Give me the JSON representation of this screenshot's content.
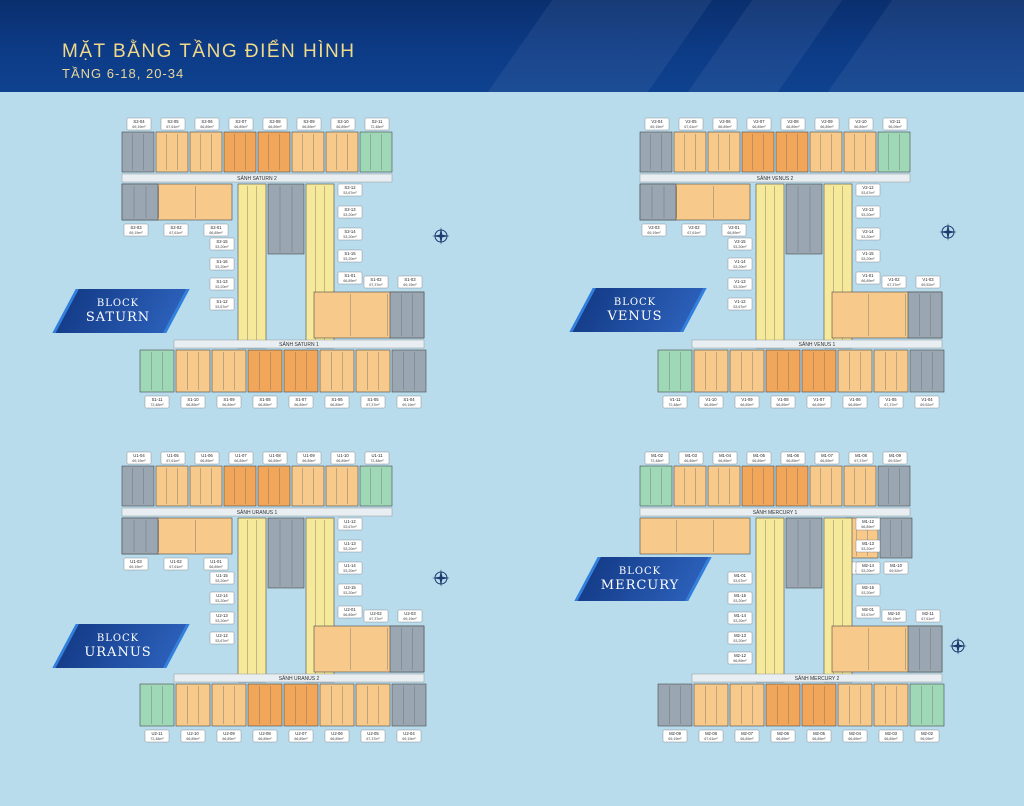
{
  "title": "MẶT BẰNG TẦNG ĐIỂN HÌNH",
  "subtitle": "TẦNG 6-18, 20-34",
  "colors": {
    "header": "#0d3b86",
    "background": "#b9dced",
    "orange": "#f2a65a",
    "light_orange": "#f7c98a",
    "yellow": "#f6ea9a",
    "gray": "#9aa7b2",
    "green": "#9fd8b6",
    "label_blue": "#2b5fb8"
  },
  "blocks": [
    {
      "word": "BLOCK",
      "name": "SATURN",
      "hall_top": "SẢNH SATURN 2",
      "hall_bottom": "SẢNH SATURN 1",
      "top_row": [
        {
          "code": "S2-04",
          "area": "69,19m²"
        },
        {
          "code": "S2-05",
          "area": "67,61m²"
        },
        {
          "code": "S2-06",
          "area": "66,89m²"
        },
        {
          "code": "S2-07",
          "area": "66,89m²"
        },
        {
          "code": "S2-08",
          "area": "66,89m²"
        },
        {
          "code": "S2-09",
          "area": "66,89m²"
        },
        {
          "code": "S2-10",
          "area": "66,89m²"
        },
        {
          "code": "S2-11",
          "area": "72,48m²"
        }
      ],
      "upper_left": [
        {
          "code": "S2-03",
          "area": "69,19m²"
        },
        {
          "code": "S2-02",
          "area": "67,61m²"
        },
        {
          "code": "S2-01",
          "area": "66,89m²"
        }
      ],
      "spine_left": [
        {
          "code": "S2-15",
          "area": "53,20m²"
        },
        {
          "code": "S1-16",
          "area": "53,20m²"
        },
        {
          "code": "S1-13",
          "area": "53,20m²"
        },
        {
          "code": "S1-12",
          "area": "53,67m²"
        }
      ],
      "spine_right": [
        {
          "code": "S2-12",
          "area": "53,67m²"
        },
        {
          "code": "S2-13",
          "area": "53,20m²"
        },
        {
          "code": "S2-14",
          "area": "53,20m²"
        },
        {
          "code": "S1-15",
          "area": "53,20m²"
        },
        {
          "code": "S1-01",
          "area": "66,89m²"
        }
      ],
      "right_wing": [
        {
          "code": "S1-02",
          "area": "67,37m²"
        },
        {
          "code": "S1-03",
          "area": "69,19m²"
        }
      ],
      "bottom_row": [
        {
          "code": "S1-11",
          "area": "72,48m²"
        },
        {
          "code": "S1-10",
          "area": "66,89m²"
        },
        {
          "code": "S1-09",
          "area": "66,89m²"
        },
        {
          "code": "S1-08",
          "area": "66,89m²"
        },
        {
          "code": "S1-07",
          "area": "66,89m²"
        },
        {
          "code": "S1-06",
          "area": "66,89m²"
        },
        {
          "code": "S1-05",
          "area": "67,37m²"
        },
        {
          "code": "S1-04",
          "area": "69,19m²"
        }
      ]
    },
    {
      "word": "BLOCK",
      "name": "VENUS",
      "hall_top": "SẢNH VENUS 2",
      "hall_bottom": "SẢNH VENUS 1",
      "top_row": [
        {
          "code": "V2-04",
          "area": "69,19m²"
        },
        {
          "code": "V2-05",
          "area": "67,61m²"
        },
        {
          "code": "V2-06",
          "area": "66,89m²"
        },
        {
          "code": "V2-07",
          "area": "66,89m²"
        },
        {
          "code": "V2-08",
          "area": "66,89m²"
        },
        {
          "code": "V2-09",
          "area": "66,89m²"
        },
        {
          "code": "V2-10",
          "area": "66,89m²"
        },
        {
          "code": "V2-11",
          "area": "96,09m²"
        }
      ],
      "upper_left": [
        {
          "code": "V2-03",
          "area": "69,19m²"
        },
        {
          "code": "V2-02",
          "area": "67,61m²"
        },
        {
          "code": "V2-01",
          "area": "66,89m²"
        }
      ],
      "spine_left": [
        {
          "code": "V2-15",
          "area": "53,20m²"
        },
        {
          "code": "V1-14",
          "area": "53,20m²"
        },
        {
          "code": "V1-13",
          "area": "53,20m²"
        },
        {
          "code": "V1-12",
          "area": "53,67m²"
        }
      ],
      "spine_right": [
        {
          "code": "V2-12",
          "area": "53,67m²"
        },
        {
          "code": "V2-13",
          "area": "53,20m²"
        },
        {
          "code": "V2-14",
          "area": "53,20m²"
        },
        {
          "code": "V1-15",
          "area": "53,20m²"
        },
        {
          "code": "V1-01",
          "area": "66,89m²"
        }
      ],
      "right_wing": [
        {
          "code": "V1-02",
          "area": "67,37m²"
        },
        {
          "code": "V1-03",
          "area": "69,52m²"
        }
      ],
      "bottom_row": [
        {
          "code": "V1-11",
          "area": "72,48m²"
        },
        {
          "code": "V1-10",
          "area": "66,89m²"
        },
        {
          "code": "V1-09",
          "area": "66,89m²"
        },
        {
          "code": "V1-08",
          "area": "66,89m²"
        },
        {
          "code": "V1-07",
          "area": "66,89m²"
        },
        {
          "code": "V1-06",
          "area": "66,89m²"
        },
        {
          "code": "V1-05",
          "area": "67,37m²"
        },
        {
          "code": "V1-04",
          "area": "69,52m²"
        }
      ]
    },
    {
      "word": "BLOCK",
      "name": "URANUS",
      "hall_top": "SẢNH URANUS 1",
      "hall_bottom": "SẢNH URANUS 2",
      "top_row": [
        {
          "code": "U1-04",
          "area": "69,19m²"
        },
        {
          "code": "U1-05",
          "area": "67,61m²"
        },
        {
          "code": "U1-06",
          "area": "66,89m²"
        },
        {
          "code": "U1-07",
          "area": "66,89m²"
        },
        {
          "code": "U1-08",
          "area": "66,89m²"
        },
        {
          "code": "U1-09",
          "area": "66,89m²"
        },
        {
          "code": "U1-10",
          "area": "66,89m²"
        },
        {
          "code": "U1-11",
          "area": "72,48m²"
        }
      ],
      "upper_left": [
        {
          "code": "U1-03",
          "area": "69,19m²"
        },
        {
          "code": "U1-02",
          "area": "67,61m²"
        },
        {
          "code": "U1-01",
          "area": "66,89m²"
        }
      ],
      "spine_left": [
        {
          "code": "U1-15",
          "area": "53,20m²"
        },
        {
          "code": "U2-14",
          "area": "53,20m²"
        },
        {
          "code": "U2-13",
          "area": "53,20m²"
        },
        {
          "code": "U2-12",
          "area": "53,67m²"
        }
      ],
      "spine_right": [
        {
          "code": "U1-12",
          "area": "53,67m²"
        },
        {
          "code": "U1-13",
          "area": "53,20m²"
        },
        {
          "code": "U1-14",
          "area": "53,20m²"
        },
        {
          "code": "U2-15",
          "area": "53,20m²"
        },
        {
          "code": "U2-01",
          "area": "66,89m²"
        }
      ],
      "right_wing": [
        {
          "code": "U2-02",
          "area": "67,37m²"
        },
        {
          "code": "U2-03",
          "area": "69,19m²"
        }
      ],
      "bottom_row": [
        {
          "code": "U2-11",
          "area": "72,48m²"
        },
        {
          "code": "U2-10",
          "area": "66,89m²"
        },
        {
          "code": "U2-09",
          "area": "66,89m²"
        },
        {
          "code": "U2-08",
          "area": "66,89m²"
        },
        {
          "code": "U2-07",
          "area": "66,89m²"
        },
        {
          "code": "U2-06",
          "area": "66,89m²"
        },
        {
          "code": "U2-05",
          "area": "67,37m²"
        },
        {
          "code": "U2-04",
          "area": "69,19m²"
        }
      ]
    },
    {
      "word": "BLOCK",
      "name": "MERCURY",
      "hall_top": "SẢNH MERCURY 1",
      "hall_bottom": "SẢNH MERCURY 2",
      "top_row": [
        {
          "code": "M1-02",
          "area": "72,48m²"
        },
        {
          "code": "M1-03",
          "area": "66,89m²"
        },
        {
          "code": "M1-04",
          "area": "66,89m²"
        },
        {
          "code": "M1-05",
          "area": "66,89m²"
        },
        {
          "code": "M1-06",
          "area": "66,89m²"
        },
        {
          "code": "M1-07",
          "area": "66,89m²"
        },
        {
          "code": "M1-08",
          "area": "67,37m²"
        },
        {
          "code": "M1-09",
          "area": "69,52m²"
        }
      ],
      "upper_left": [
        {
          "code": "M1-11",
          "area": "67,37m²"
        },
        {
          "code": "M1-10",
          "area": "69,52m²"
        }
      ],
      "spine_left": [
        {
          "code": "M1-01",
          "area": "53,67m²"
        },
        {
          "code": "M1-15",
          "area": "53,20m²"
        },
        {
          "code": "M1-14",
          "area": "53,20m²"
        },
        {
          "code": "M2-13",
          "area": "53,20m²"
        },
        {
          "code": "M2-12",
          "area": "66,89m²"
        }
      ],
      "spine_right": [
        {
          "code": "M1-12",
          "area": "66,89m²"
        },
        {
          "code": "M1-13",
          "area": "53,20m²"
        },
        {
          "code": "M2-14",
          "area": "53,20m²"
        },
        {
          "code": "M2-15",
          "area": "53,20m²"
        },
        {
          "code": "M2-01",
          "area": "53,67m²"
        }
      ],
      "right_wing": [
        {
          "code": "M2-10",
          "area": "69,19m²"
        },
        {
          "code": "M2-11",
          "area": "67,61m²"
        }
      ],
      "bottom_row": [
        {
          "code": "M2-09",
          "area": "69,19m²"
        },
        {
          "code": "M2-08",
          "area": "67,61m²"
        },
        {
          "code": "M2-07",
          "area": "66,89m²"
        },
        {
          "code": "M2-06",
          "area": "66,89m²"
        },
        {
          "code": "M2-05",
          "area": "66,89m²"
        },
        {
          "code": "M2-04",
          "area": "66,89m²"
        },
        {
          "code": "M2-03",
          "area": "66,89m²"
        },
        {
          "code": "M2-02",
          "area": "96,09m²"
        }
      ]
    }
  ]
}
